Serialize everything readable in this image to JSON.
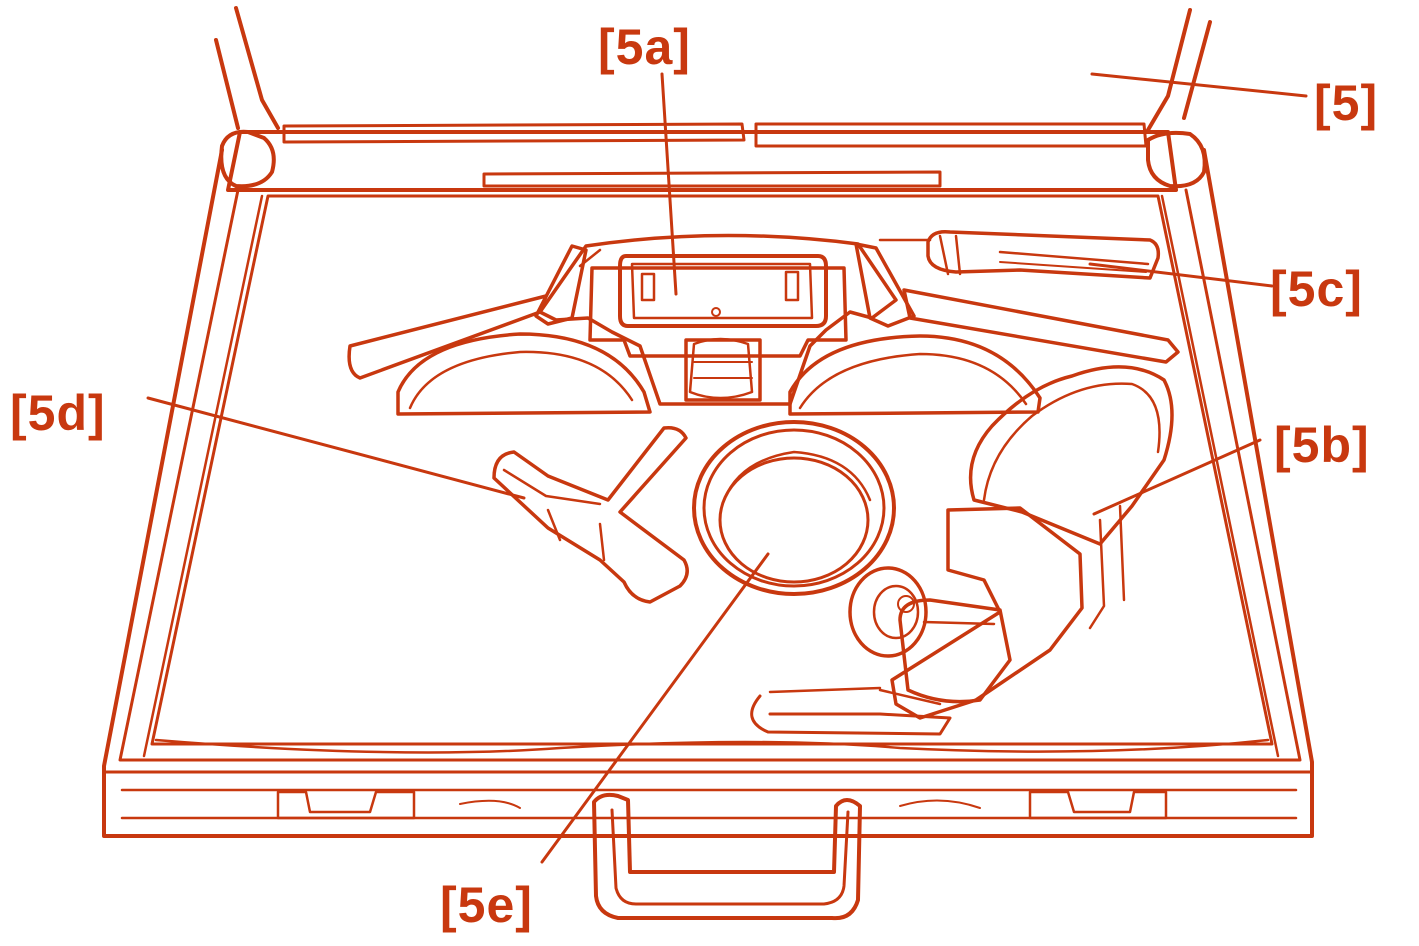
{
  "colors": {
    "line": "#c8380f",
    "background": "#ffffff"
  },
  "labels": {
    "case": "[5]",
    "holder": "[5a]",
    "arm": "[5b]",
    "screwdriver": "[5c]",
    "wrench": "[5d]",
    "ring": "[5e]"
  }
}
